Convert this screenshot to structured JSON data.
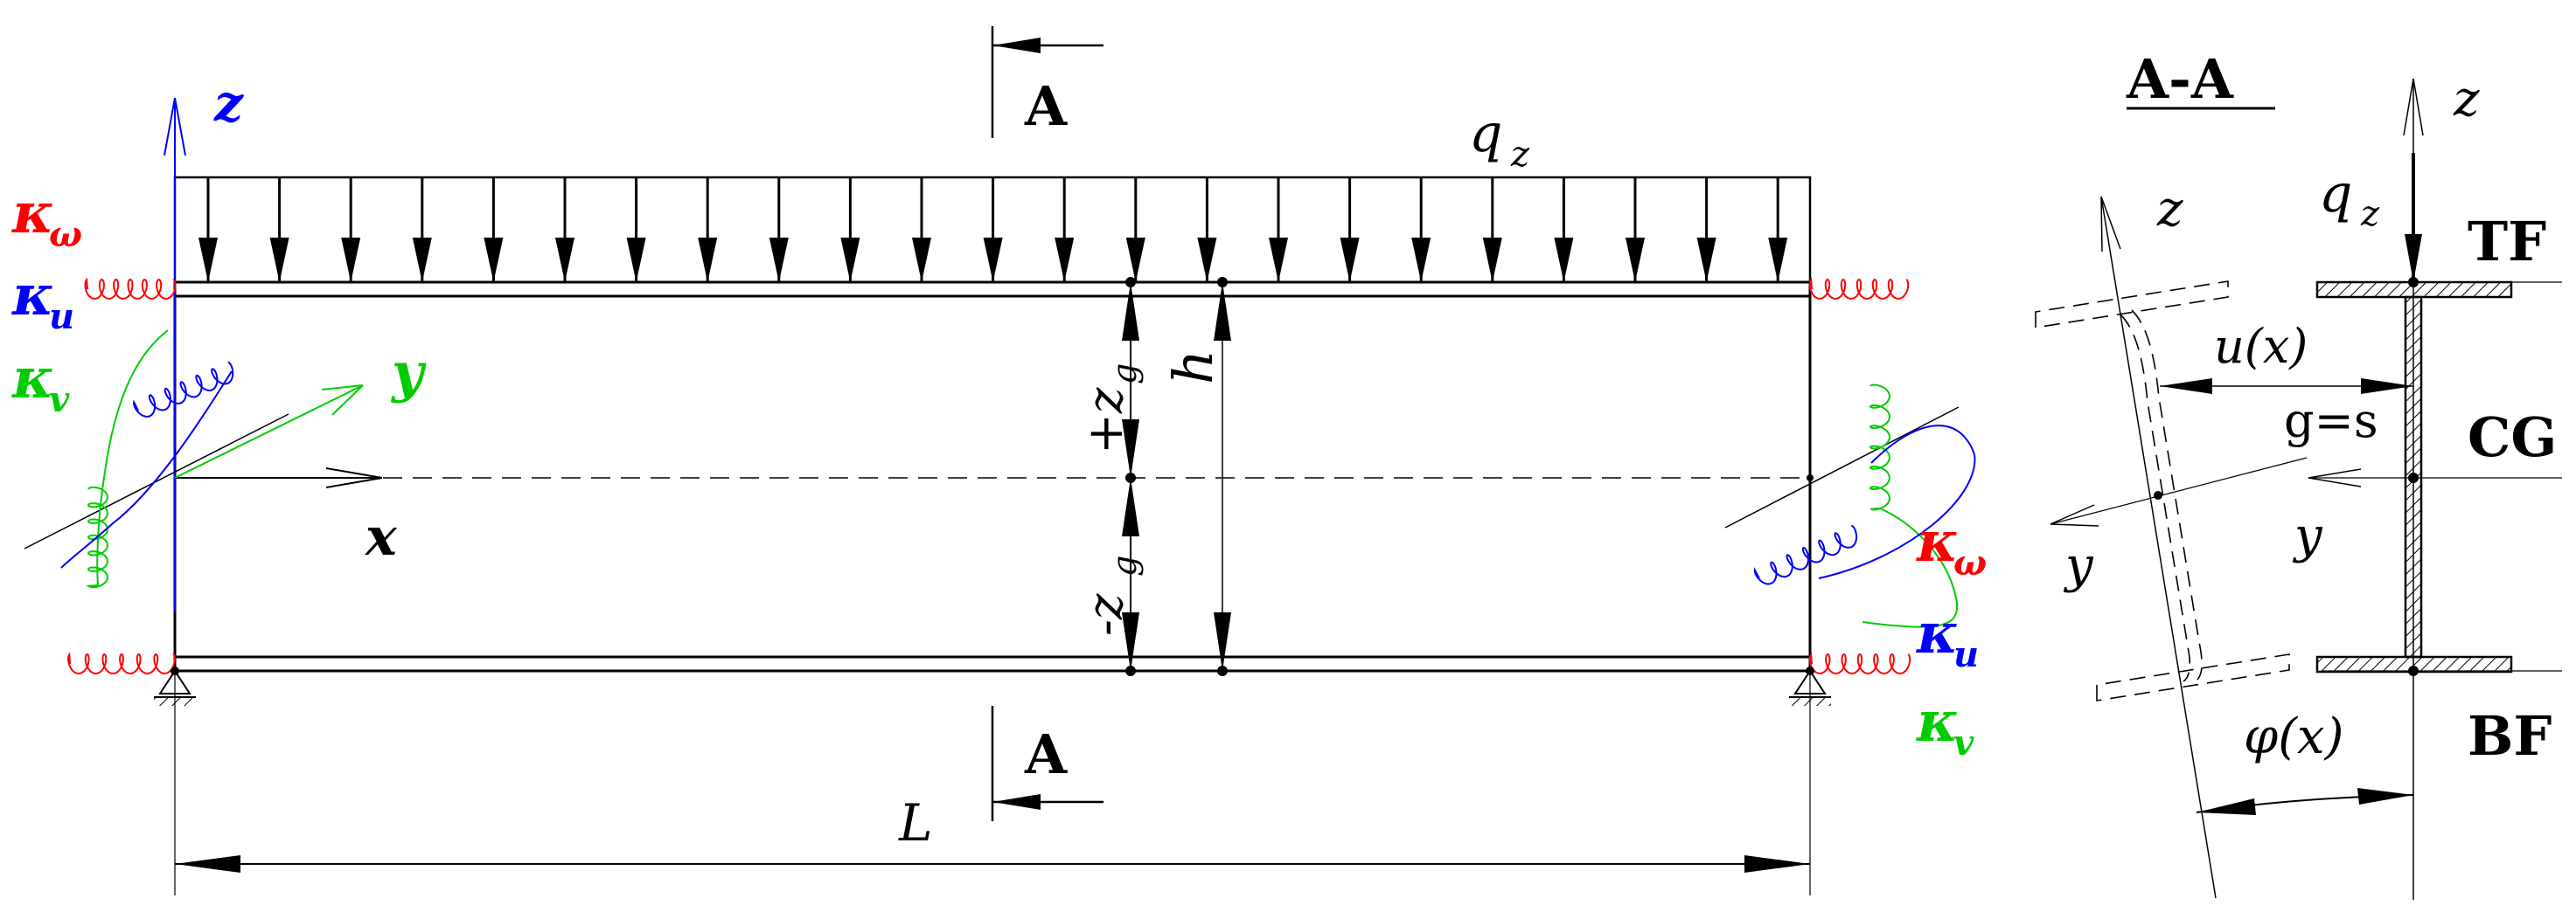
{
  "colors": {
    "ink": "#000000",
    "kappa_omega": "#ff0000",
    "kappa_u": "#0000ff",
    "kappa_v": "#00cc00",
    "z_axis_left": "#0000ff",
    "y_axis_left": "#00cc00"
  },
  "beam": {
    "load_label_main": "q",
    "load_label_sub": "z",
    "section_cut_label": "A",
    "span_label": "L",
    "height_label": "h",
    "zg_plus_main": "+z",
    "zg_plus_sub": "g",
    "zg_minus_main": "-z",
    "zg_minus_sub": "g",
    "axis_x": "x",
    "axis_y": "y",
    "axis_z": "z"
  },
  "springs": {
    "kappa_omega_main": "κ",
    "kappa_omega_sub": "ω",
    "kappa_u_main": "κ",
    "kappa_u_sub": "u",
    "kappa_v_main": "κ",
    "kappa_v_sub": "v"
  },
  "section": {
    "title": "A-A",
    "axis_z": "z",
    "axis_y": "y",
    "axis_z_rotated": "z",
    "axis_y_rotated": "y",
    "load_label_main": "q",
    "load_label_sub": "z",
    "top_flange": "TF",
    "centroid": "CG",
    "bottom_flange": "BF",
    "displacement_label": "u(x)",
    "eccentricity_label": "g=s",
    "rotation_label": "φ(x)"
  }
}
